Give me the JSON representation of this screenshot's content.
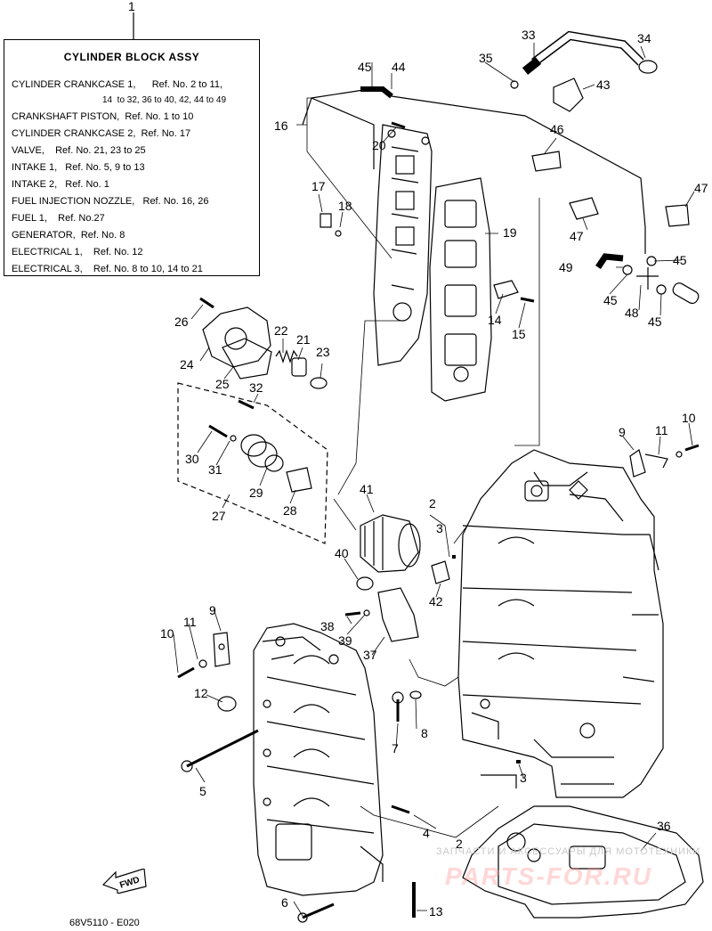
{
  "callouts": {
    "c1": "1",
    "c2a": "2",
    "c2b": "2",
    "c3a": "3",
    "c3b": "3",
    "c4": "4",
    "c5": "5",
    "c6": "6",
    "c7": "7",
    "c8": "8",
    "c9a": "9",
    "c9b": "9",
    "c10a": "10",
    "c10b": "10",
    "c11a": "11",
    "c11b": "11",
    "c12": "12",
    "c13": "13",
    "c14": "14",
    "c15": "15",
    "c16": "16",
    "c17": "17",
    "c18": "18",
    "c19": "19",
    "c20": "20",
    "c21": "21",
    "c22": "22",
    "c23": "23",
    "c24": "24",
    "c25": "25",
    "c26": "26",
    "c27": "27",
    "c28": "28",
    "c29": "29",
    "c30": "30",
    "c31": "31",
    "c32": "32",
    "c33": "33",
    "c34": "34",
    "c35": "35",
    "c36": "36",
    "c37": "37",
    "c38": "38",
    "c39": "39",
    "c40": "40",
    "c41": "41",
    "c42": "42",
    "c43": "43",
    "c44": "44",
    "c45a": "45",
    "c45b": "45",
    "c45c": "45",
    "c45d": "45",
    "c46": "46",
    "c47a": "47",
    "c47b": "47",
    "c48": "48",
    "c49": "49"
  },
  "legend": {
    "title": "CYLINDER BLOCK ASSY",
    "rows": [
      "CYLINDER CRANKCASE 1,      Ref. No. 2 to 11,",
      "14  to 32, 36 to 40, 42, 44 to 49",
      "CRANKSHAFT PISTON,  Ref. No. 1 to 10",
      "CYLINDER CRANKCASE 2,  Ref. No. 17",
      "VALVE,    Ref. No. 21, 23 to 25",
      "INTAKE 1,   Ref. No. 5, 9 to 13",
      "INTAKE 2,   Ref. No. 1",
      "FUEL INJECTION NOZZLE,   Ref. No. 16, 26",
      "FUEL 1,    Ref. No.27",
      "GENERATOR,  Ref. No. 8",
      "ELECTRICAL 1,    Ref. No. 12",
      "ELECTRICAL 3,    Ref. No. 8 to 10, 14 to 21"
    ]
  },
  "fwd_label": "FWD",
  "drawing_code": "68V5110 - E020",
  "watermark": {
    "line1": "ЗАПЧАСТИ И АКСЕССУАРЫ ДЛЯ МОТОТЕХНИКИ",
    "line2": "PARTS-FOR.RU"
  },
  "colors": {
    "ink": "#000000",
    "background": "#ffffff",
    "watermark": "#ff8c8c"
  }
}
